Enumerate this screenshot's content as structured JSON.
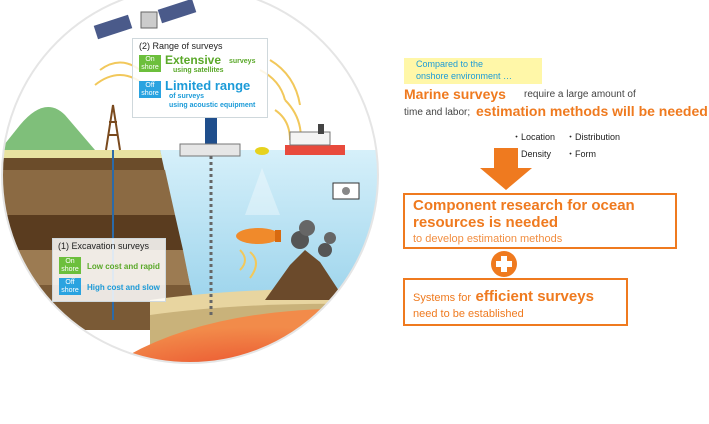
{
  "range_panel": {
    "title": "(2) Range of surveys",
    "onshore_tag": [
      "On",
      "shore"
    ],
    "onshore_main": "Extensive",
    "onshore_sub1": "surveys",
    "onshore_sub2": "using satellites",
    "offshore_tag": [
      "Off",
      "shore"
    ],
    "offshore_main": "Limited range",
    "offshore_sub1": "of surveys",
    "offshore_sub2": "using acoustic equipment"
  },
  "excavation_panel": {
    "title": "(1) Excavation surveys",
    "onshore_tag": [
      "On",
      "shore"
    ],
    "onshore_text": "Low cost and rapid",
    "offshore_tag": [
      "Off",
      "shore"
    ],
    "offshore_text": "High cost and slow"
  },
  "right": {
    "compared_line1": "Compared to the",
    "compared_line2": "onshore environment …",
    "marine_surveys": "Marine surveys",
    "require_text": "require a large amount of",
    "time_labor": "time and labor;",
    "estimation_needed": "estimation methods will be needed",
    "bullets": [
      "・Location",
      "・Distribution",
      "・Density",
      "・Form"
    ],
    "component_line1": "Component research for ocean",
    "component_line2": "resources is needed",
    "component_sub": "to develop estimation methods",
    "systems_pre": "Systems for",
    "systems_bold": "efficient surveys",
    "systems_line2": "need to be established"
  },
  "colors": {
    "orange": "#ef7a1f",
    "green": "#5aa829",
    "blue": "#1c9bd8",
    "sea": "#bfe6f5",
    "sky": "#ffffff",
    "yellow_box": "#fff7a8"
  }
}
